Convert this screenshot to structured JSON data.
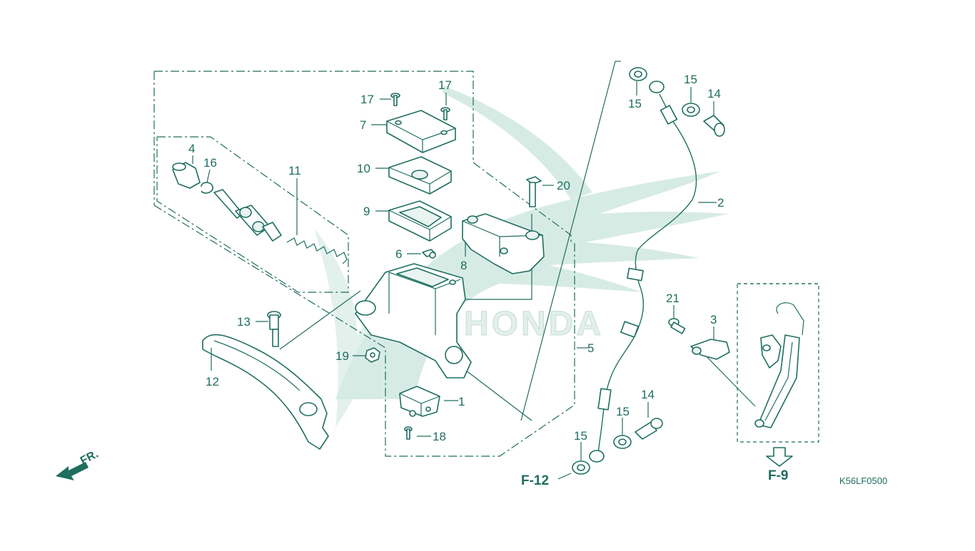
{
  "diagram_code": "K56LF0500",
  "direction_label": "FR.",
  "refs": {
    "f12": "F-12",
    "f9": "F-9"
  },
  "watermark": {
    "brand": "HONDA",
    "color": "#cfe6df"
  },
  "colors": {
    "line": "#1f6e60",
    "fill": "#e9f3f0"
  },
  "callouts": [
    {
      "id": "c1",
      "num": "1"
    },
    {
      "id": "c2",
      "num": "2"
    },
    {
      "id": "c3",
      "num": "3"
    },
    {
      "id": "c4",
      "num": "4"
    },
    {
      "id": "c5",
      "num": "5"
    },
    {
      "id": "c6",
      "num": "6"
    },
    {
      "id": "c7",
      "num": "7"
    },
    {
      "id": "c8",
      "num": "8"
    },
    {
      "id": "c9",
      "num": "9"
    },
    {
      "id": "c10",
      "num": "10"
    },
    {
      "id": "c11",
      "num": "11"
    },
    {
      "id": "c12",
      "num": "12"
    },
    {
      "id": "c13",
      "num": "13"
    },
    {
      "id": "c14a",
      "num": "14"
    },
    {
      "id": "c14b",
      "num": "14"
    },
    {
      "id": "c15a",
      "num": "15"
    },
    {
      "id": "c15b",
      "num": "15"
    },
    {
      "id": "c15c",
      "num": "15"
    },
    {
      "id": "c15d",
      "num": "15"
    },
    {
      "id": "c16",
      "num": "16"
    },
    {
      "id": "c17a",
      "num": "17"
    },
    {
      "id": "c17b",
      "num": "17"
    },
    {
      "id": "c18",
      "num": "18"
    },
    {
      "id": "c19",
      "num": "19"
    },
    {
      "id": "c20",
      "num": "20"
    },
    {
      "id": "c21",
      "num": "21"
    }
  ]
}
